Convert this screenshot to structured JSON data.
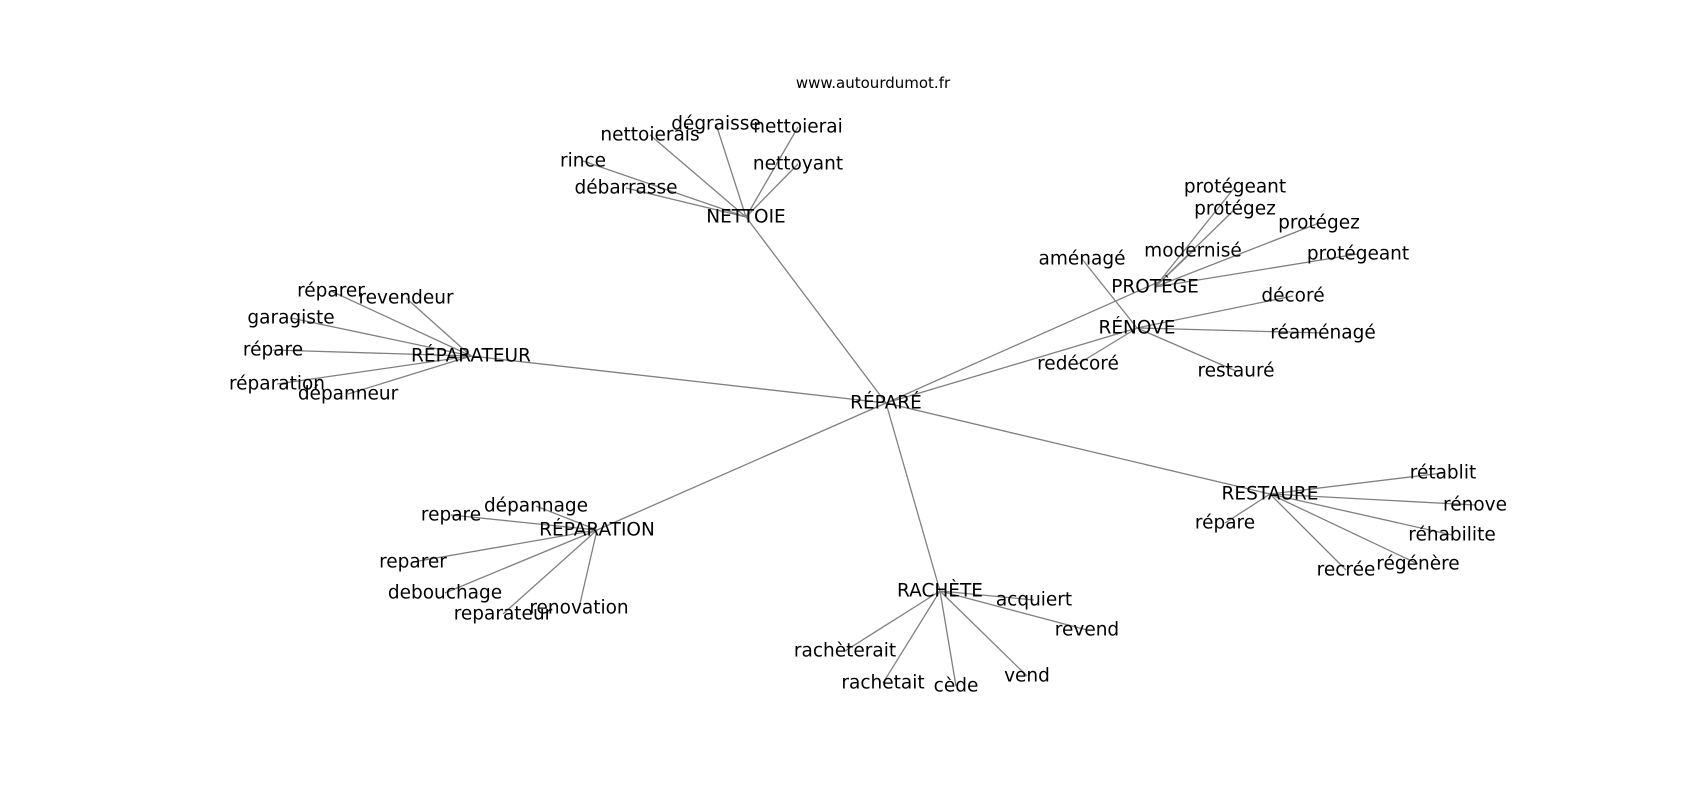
{
  "site": "www.autourdumot.fr",
  "colors": {
    "edge": "#808080",
    "text": "#000000",
    "background": "#ffffff"
  },
  "graph": {
    "center": "RÉPARÉ",
    "hubs": [
      {
        "label": "NETTOIE",
        "words": [
          "dégraisse",
          "nettoierais",
          "nettoierai",
          "rince",
          "nettoyant",
          "débarrasse"
        ]
      },
      {
        "label": "RÉPARATEUR",
        "words": [
          "réparer",
          "revendeur",
          "garagiste",
          "répare",
          "réparation",
          "dépanneur"
        ]
      },
      {
        "label": "PROTÈGE",
        "words": [
          "protégeant",
          "protégez",
          "protégez",
          "protégeant",
          "modernisé"
        ]
      },
      {
        "label": "RÉNOVE",
        "words": [
          "aménagé",
          "décoré",
          "réaménagé",
          "redécoré",
          "restauré"
        ]
      },
      {
        "label": "RESTAURE",
        "words": [
          "rétablit",
          "rénove",
          "répare",
          "réhabilite",
          "régénère",
          "recrée"
        ]
      },
      {
        "label": "RÉPARATION",
        "words": [
          "dépannage",
          "repare",
          "reparer",
          "debouchage",
          "reparateur",
          "renovation"
        ]
      },
      {
        "label": "RACHÈTE",
        "words": [
          "acquiert",
          "revend",
          "rachèterait",
          "rachetait",
          "cède",
          "vend"
        ]
      }
    ]
  }
}
